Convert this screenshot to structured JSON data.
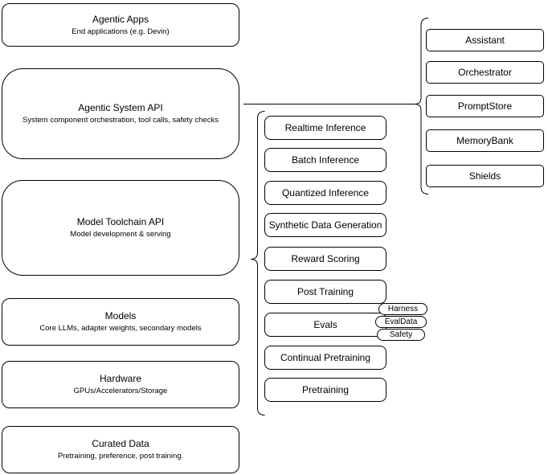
{
  "diagram": {
    "left_stack": [
      {
        "title": "Agentic Apps",
        "subtitle": "End applications (e.g. Devin)"
      },
      {
        "title": "Agentic System API",
        "subtitle": "System component orchestration, tool calls, safety checks"
      },
      {
        "title": "Model Toolchain API",
        "subtitle": "Model development & serving"
      },
      {
        "title": "Models",
        "subtitle": "Core LLMs, adapter weights, secondary models"
      },
      {
        "title": "Hardware",
        "subtitle": "GPUs/Accelerators/Storage"
      },
      {
        "title": "Curated Data",
        "subtitle": "Pretraining, preference, post training."
      }
    ],
    "toolchain_stack": [
      {
        "label": "Realtime Inference"
      },
      {
        "label": "Batch Inference"
      },
      {
        "label": "Quantized Inference"
      },
      {
        "label": "Synthetic Data Generation"
      },
      {
        "label": "Reward Scoring"
      },
      {
        "label": "Post Training"
      },
      {
        "label": "Evals"
      },
      {
        "label": "Continual Pretraining"
      },
      {
        "label": "Pretraining"
      }
    ],
    "evals_tags": [
      {
        "label": "Harness"
      },
      {
        "label": "EvalData"
      },
      {
        "label": "Safety"
      }
    ],
    "system_stack": [
      {
        "label": "Assistant"
      },
      {
        "label": "Orchestrator"
      },
      {
        "label": "PromptStore"
      },
      {
        "label": "MemoryBank"
      },
      {
        "label": "Shields"
      }
    ],
    "colors": {
      "stroke": "#000000",
      "background": "#ffffff",
      "text": "#000000"
    }
  }
}
